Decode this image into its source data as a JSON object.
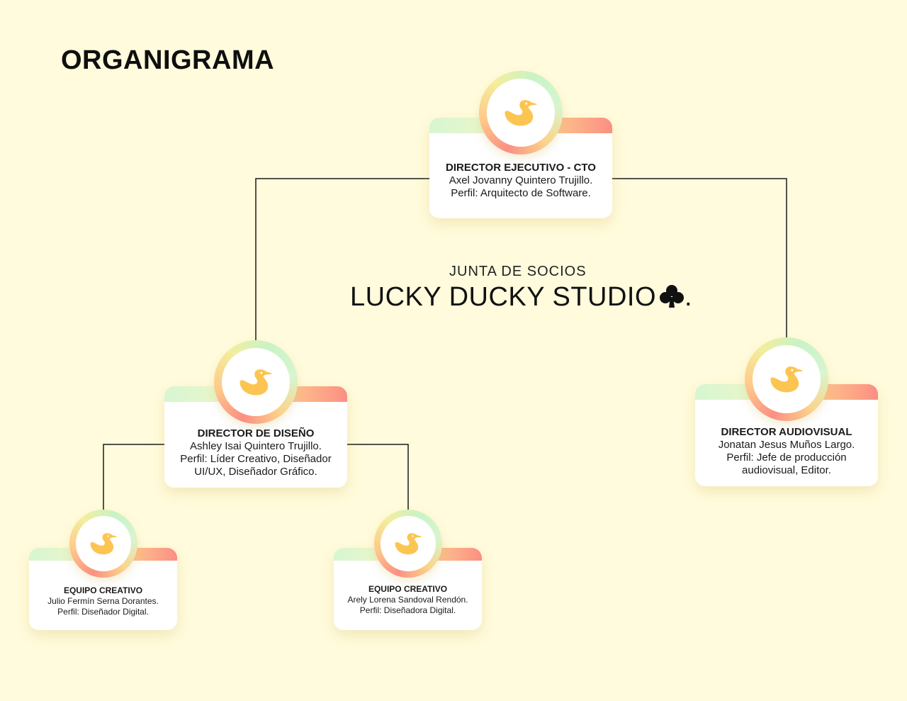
{
  "page": {
    "title": "ORGANIGRAMA"
  },
  "board": {
    "caption": "JUNTA DE SOCIOS",
    "studio_name": "LUCKY DUCKY STUDIO",
    "studio_suffix": ".",
    "icon": "club-icon"
  },
  "colors": {
    "background": "#fffbdc",
    "duck": "#fcc552",
    "gradient_green": "#d6f6d2",
    "gradient_red": "#fb8f83"
  },
  "nodes": {
    "cto": {
      "role": "DIRECTOR EJECUTIVO - CTO",
      "lines": [
        "Axel Jovanny Quintero Trujillo.",
        "Perfil: Arquitecto de Software."
      ],
      "icon": "duck-icon"
    },
    "design": {
      "role": "DIRECTOR DE DISEÑO",
      "lines": [
        "Ashley Isai Quintero Trujillo.",
        "Perfil: Líder Creativo, Diseñador",
        "UI/UX, Diseñador Gráfico."
      ],
      "icon": "duck-icon"
    },
    "audiovisual": {
      "role": "DIRECTOR AUDIOVISUAL",
      "lines": [
        "Jonatan Jesus Muños Largo.",
        "Perfil: Jefe de producción",
        "audiovisual, Editor."
      ],
      "icon": "duck-icon"
    },
    "creative1": {
      "role": "EQUIPO CREATIVO",
      "lines": [
        "Julio Fermín Serna Dorantes.",
        "Perfil: Diseñador Digital."
      ],
      "icon": "duck-icon"
    },
    "creative2": {
      "role": "EQUIPO CREATIVO",
      "lines": [
        "Arely Lorena Sandoval Rendón.",
        "Perfil: Diseñadora Digital."
      ],
      "icon": "duck-icon"
    }
  }
}
